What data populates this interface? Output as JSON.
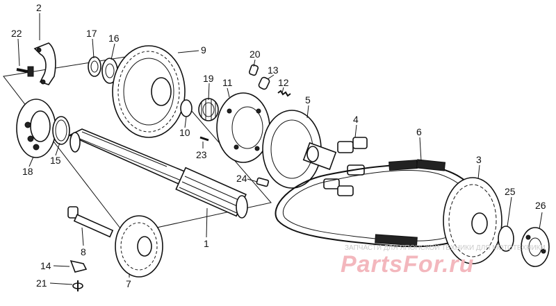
{
  "callouts": {
    "p1": "1",
    "p2": "2",
    "p3": "3",
    "p4": "4",
    "p5": "5",
    "p6": "6",
    "p7": "7",
    "p8": "8",
    "p9": "9",
    "p10": "10",
    "p11": "11",
    "p12": "12",
    "p13": "13",
    "p14": "14",
    "p15": "15",
    "p16": "16",
    "p17": "17",
    "p18": "18",
    "p19": "19",
    "p20": "20",
    "p21": "21",
    "p22": "22",
    "p23": "23",
    "p24": "24",
    "p25": "25",
    "p26": "26"
  },
  "watermark": {
    "caption": "ЗАПЧАСТИ ДЛЯ ЯПОНСКОЙ ТЕХНИКИ ДЛЯ МОТОТЕХНИКИ",
    "brand": "PartsFor.ru"
  },
  "colors": {
    "ink": "#111111",
    "watermark": "#f3b7bd",
    "background": "#ffffff"
  }
}
